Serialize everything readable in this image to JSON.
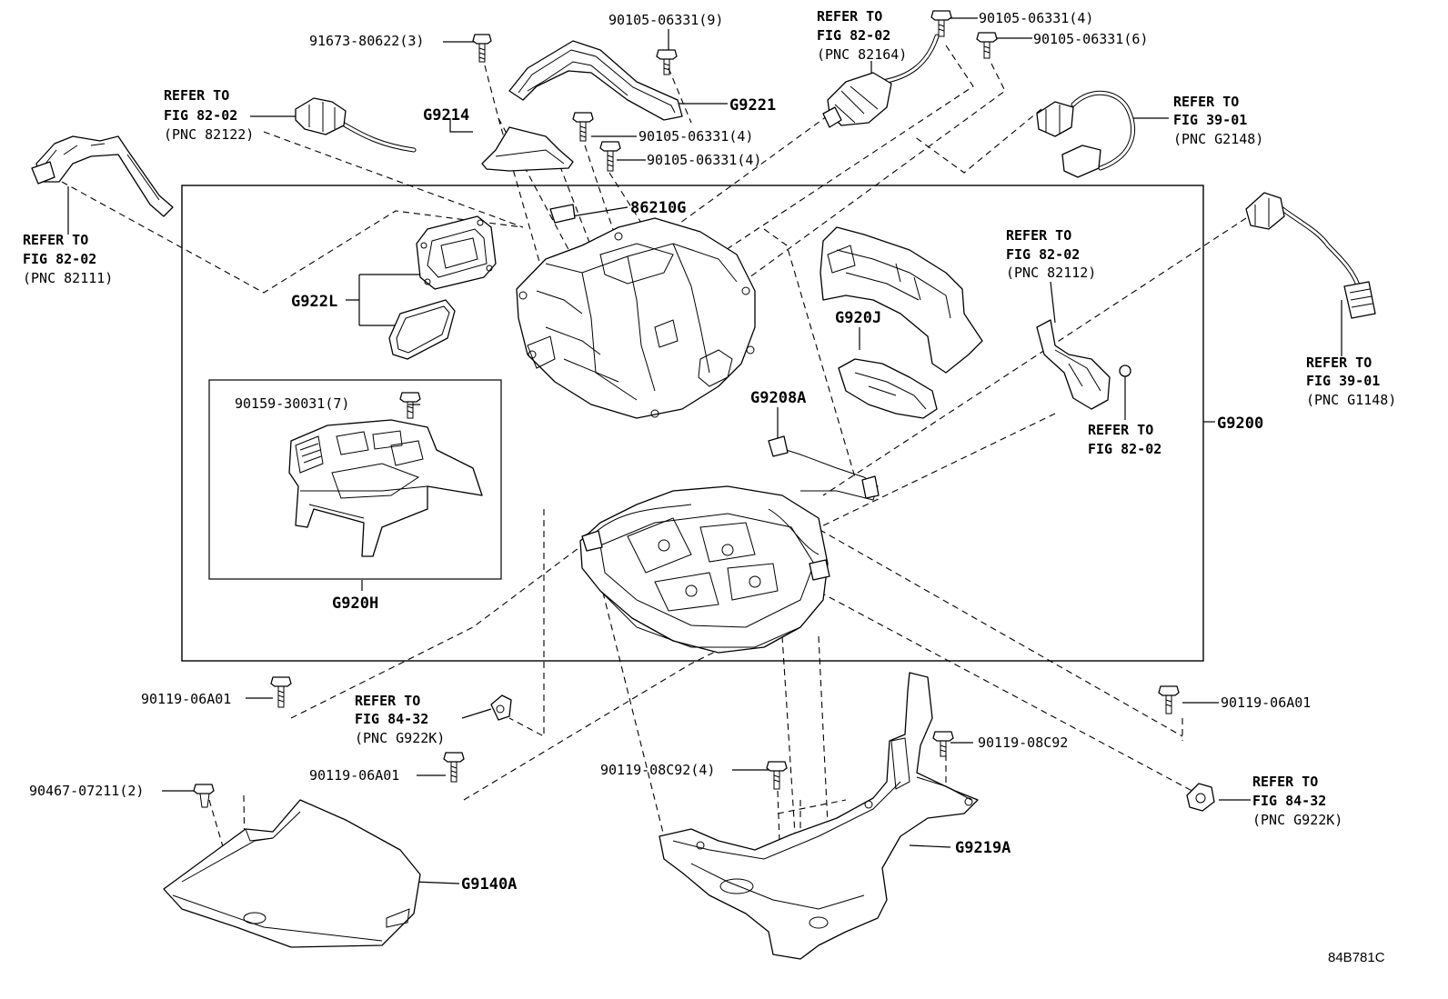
{
  "labels": {
    "bolt_91673_80622": "91673-80622(3)",
    "bolt_90105_9": "90105-06331(9)",
    "bolt_90105_4_top": "90105-06331(4)",
    "bolt_90105_6": "90105-06331(6)",
    "bolt_90105_4_a": "90105-06331(4)",
    "bolt_90105_4_b": "90105-06331(4)",
    "pn_g9221": "G9221",
    "pn_g9214": "G9214",
    "pn_86210g": "86210G",
    "pn_g922l": "G922L",
    "pn_g920j": "G920J",
    "pn_g9208a": "G9208A",
    "pn_g9200": "G9200",
    "pn_g920h": "G920H",
    "bolt_90159": "90159-30031(7)",
    "bolt_90119_06a01_left": "90119-06A01",
    "bolt_90119_06a01_mid": "90119-06A01",
    "bolt_90119_06a01_right": "90119-06A01",
    "bolt_90119_08c92_4": "90119-08C92(4)",
    "bolt_90119_08c92": "90119-08C92",
    "bolt_90467": "90467-07211(2)",
    "pn_g9140a": "G9140A",
    "pn_g9219a": "G9219A",
    "diagram_id": "84B781C"
  },
  "refs": {
    "r82164": {
      "l1": "REFER TO",
      "l2": "FIG 82-02",
      "l3": "(PNC 82164)"
    },
    "r82122": {
      "l1": "REFER TO",
      "l2": "FIG 82-02",
      "l3": "(PNC 82122)"
    },
    "r82111": {
      "l1": "REFER TO",
      "l2": "FIG 82-02",
      "l3": "(PNC 82111)"
    },
    "rg2148": {
      "l1": "REFER TO",
      "l2": "FIG 39-01",
      "l3": "(PNC G2148)"
    },
    "r82112": {
      "l1": "REFER TO",
      "l2": "FIG 82-02",
      "l3": "(PNC 82112)"
    },
    "rg1148": {
      "l1": "REFER TO",
      "l2": "FIG 39-01",
      "l3": "(PNC G1148)"
    },
    "r8202": {
      "l1": "REFER TO",
      "l2": "FIG 82-02"
    },
    "rg922k_mid": {
      "l1": "REFER TO",
      "l2": "FIG 84-32",
      "l3": "(PNC G922K)"
    },
    "rg922k_right": {
      "l1": "REFER TO",
      "l2": "FIG 84-32",
      "l3": "(PNC G922K)"
    }
  }
}
